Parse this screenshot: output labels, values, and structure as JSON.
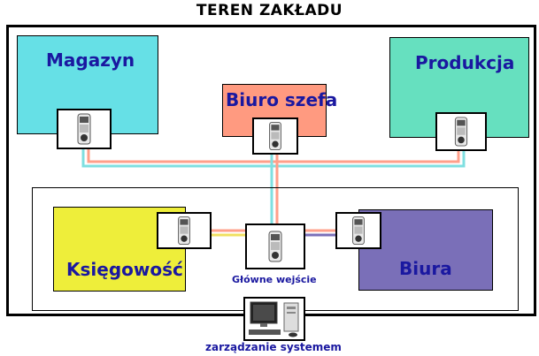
{
  "title": "TEREN ZAKŁADU",
  "rooms": {
    "magazyn": "Magazyn",
    "produkcja": "Produkcja",
    "biuro_szefa": "Biuro szefa",
    "ksiegowosc": "Księgowość",
    "biura": "Biura"
  },
  "captions": {
    "entrance": "Główne wejście",
    "management": "zarządzanie systemem"
  },
  "colors": {
    "magazyn": "#66e0e6",
    "produkcja": "#66e0bf",
    "biuro_szefa": "#ff9a80",
    "ksiegowosc": "#eeee3a",
    "biura": "#7a6fb8",
    "label_blue": "#1a18a0",
    "wire_cyan": "#7fdfe0",
    "wire_salmon": "#ff9f8a",
    "wire_yellow": "#f0e060",
    "wire_purple": "#7a6fb8"
  },
  "icons": [
    "fingerprint-reader-icon",
    "computer-icon"
  ]
}
